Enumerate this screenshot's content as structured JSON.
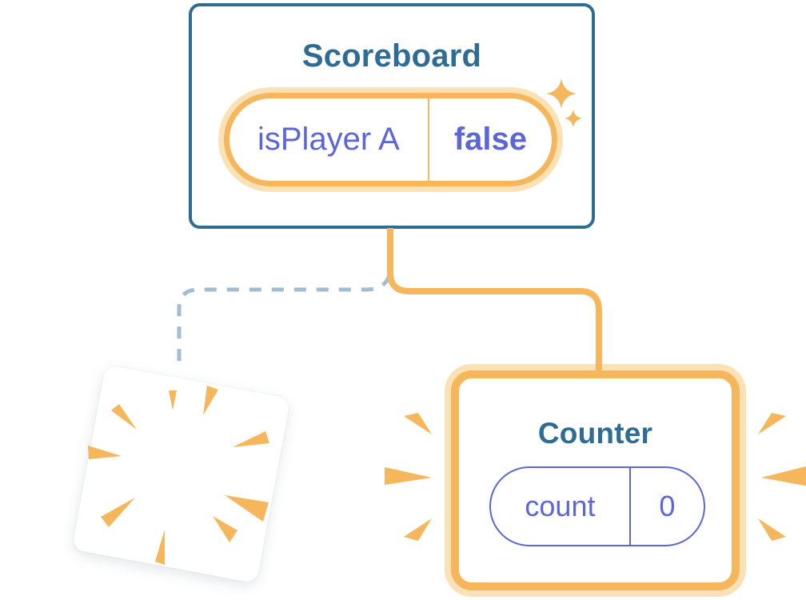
{
  "diagram": {
    "scoreboard": {
      "title": "Scoreboard",
      "state_name": "isPlayer A",
      "state_value": "false"
    },
    "counter": {
      "title": "Counter",
      "state_name": "count",
      "state_value": "0"
    }
  },
  "icons": {
    "sparkles": "sparkles-icon",
    "poof": "poof-burst-icon",
    "emphasis": "emphasis-burst-icon"
  },
  "colors": {
    "accent_orange": "#F6B65C",
    "orange_glow": "#FBE2B6",
    "teal": "#2F6C93",
    "purple": "#5C66D6",
    "dash_blue": "#A2BDD2",
    "card_bg": "#FFFFFF"
  }
}
